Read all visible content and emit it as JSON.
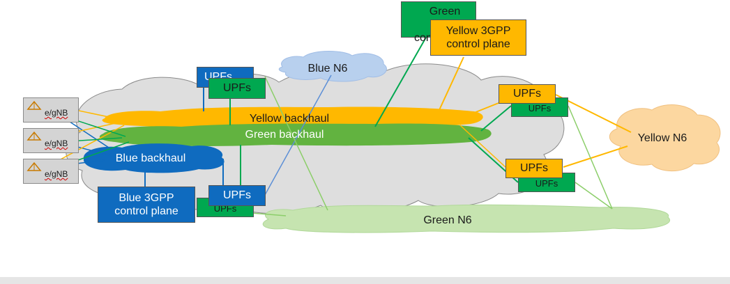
{
  "diagram": {
    "clouds": {
      "blue_n6": "Blue N6",
      "yellow_backhaul": "Yellow backhaul",
      "green_backhaul": "Green backhaul",
      "blue_backhaul": "Blue backhaul",
      "yellow_n6": "Yellow N6",
      "green_n6": "Green N6"
    },
    "control_planes": {
      "green": "Green 3GPP control plane",
      "green_visible": [
        "Green 3GPP",
        "contr"
      ],
      "yellow": [
        "Yellow 3GPP",
        "control plane"
      ],
      "blue": [
        "Blue 3GPP",
        "control plane"
      ]
    },
    "upf_label": "UPFs",
    "gnb_label": "e/gNB",
    "colors": {
      "blue": "#0f6bbf",
      "green": "#00a850",
      "yellow": "#ffb800",
      "core_cloud": "#dedede",
      "yellow_n6_cloud": "#fcd7a0",
      "green_n6_cloud": "#c6e4b0",
      "blue_n6_cloud": "#b8d0ee"
    }
  }
}
